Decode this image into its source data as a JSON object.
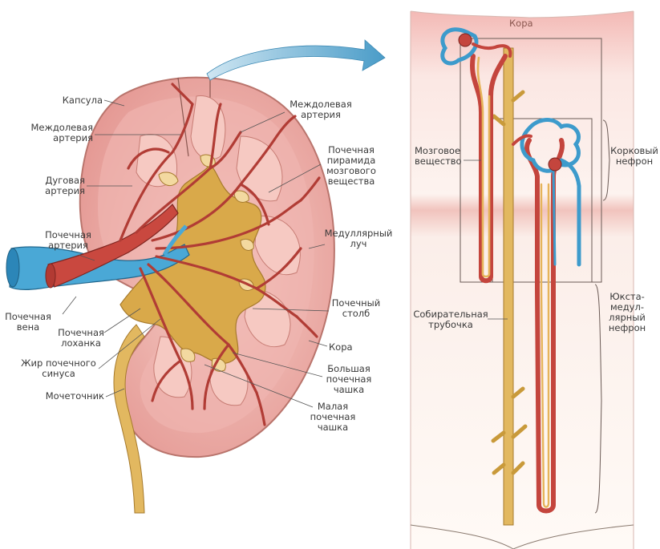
{
  "labels": {
    "capsule": "Капсула",
    "interlobar_artery_left": "Междолевая\nартерия",
    "arcuate_artery": "Дуговая\nартерия",
    "renal_artery": "Почечная\nартерия",
    "renal_vein": "Почечная\nвена",
    "renal_pelvis": "Почечная\nлоханка",
    "renal_sinus_fat": "Жир почечного\nсинуса",
    "ureter": "Мочеточник",
    "interlobar_artery_right": "Междолевая\nартерия",
    "renal_pyramid": "Почечная\nпирамида\nмозгового\nвещества",
    "medullary_ray": "Медуллярный\nлуч",
    "renal_column": "Почечный\nстолб",
    "cortex_kidney": "Кора",
    "major_calyx": "Большая\nпочечная\nчашка",
    "minor_calyx": "Малая\nпочечная\nчашка",
    "cortex_panel": "Кора",
    "medulla_panel": "Мозговое\nвещество",
    "cortical_nephron": "Корковый\nнефрон",
    "collecting_duct": "Собирательная\nтрубочка",
    "juxtamedullary_nephron": "Юкста-\nмедул-\nлярный\nнефрон"
  },
  "colors": {
    "cortex": "#e9a3a0",
    "medulla": "#f2c2bb",
    "pelvis": "#d9a94a",
    "artery": "#c9483f",
    "vein": "#4aa8d6",
    "ureter": "#e2b860",
    "capsule_line": "#b9746c"
  }
}
